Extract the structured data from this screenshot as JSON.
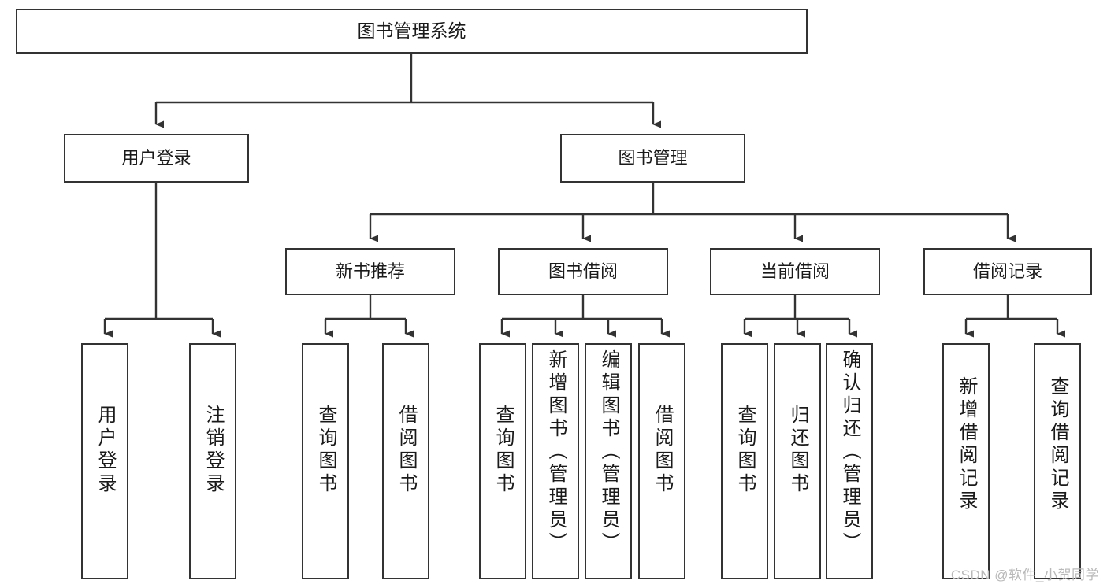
{
  "diagram": {
    "type": "tree-hierarchy",
    "title": "图书管理系统",
    "orientation": "top-down",
    "colors": {
      "box_border": "#333333",
      "box_fill": "#ffffff",
      "connector": "#333333",
      "text": "#1a1a1a",
      "watermark": "#b9b9b9"
    },
    "watermark": "CSDN @软件_小贺同学",
    "nodes": {
      "root": {
        "label": "图书管理系统",
        "level": 1,
        "orientation": "horizontal"
      },
      "l2": [
        {
          "id": "user-login",
          "label": "用户登录",
          "level": 2,
          "orientation": "horizontal"
        },
        {
          "id": "book-management",
          "label": "图书管理",
          "level": 2,
          "orientation": "horizontal"
        }
      ],
      "l3": [
        {
          "id": "new-book-recommend",
          "label": "新书推荐",
          "level": 3,
          "orientation": "horizontal",
          "parent": "book-management"
        },
        {
          "id": "book-borrow",
          "label": "图书借阅",
          "level": 3,
          "orientation": "horizontal",
          "parent": "book-management"
        },
        {
          "id": "current-borrow",
          "label": "当前借阅",
          "level": 3,
          "orientation": "horizontal",
          "parent": "book-management"
        },
        {
          "id": "borrow-record",
          "label": "借阅记录",
          "level": 3,
          "orientation": "horizontal",
          "parent": "book-management"
        }
      ],
      "leaves": [
        {
          "id": "leaf-user-login",
          "label": "用户登录",
          "parent": "user-login",
          "orientation": "vertical"
        },
        {
          "id": "leaf-user-logout",
          "label": "注销登录",
          "parent": "user-login",
          "orientation": "vertical"
        },
        {
          "id": "leaf-query-book-1",
          "label": "查询图书",
          "parent": "new-book-recommend",
          "orientation": "vertical"
        },
        {
          "id": "leaf-borrow-book-1",
          "label": "借阅图书",
          "parent": "new-book-recommend",
          "orientation": "vertical"
        },
        {
          "id": "leaf-query-book-2",
          "label": "查询图书",
          "parent": "book-borrow",
          "orientation": "vertical"
        },
        {
          "id": "leaf-add-book",
          "label": "新增图书（管理员）",
          "parent": "book-borrow",
          "orientation": "vertical"
        },
        {
          "id": "leaf-edit-book",
          "label": "编辑图书（管理员）",
          "parent": "book-borrow",
          "orientation": "vertical"
        },
        {
          "id": "leaf-borrow-book-2",
          "label": "借阅图书",
          "parent": "book-borrow",
          "orientation": "vertical"
        },
        {
          "id": "leaf-query-book-3",
          "label": "查询图书",
          "parent": "current-borrow",
          "orientation": "vertical"
        },
        {
          "id": "leaf-return-book",
          "label": "归还图书",
          "parent": "current-borrow",
          "orientation": "vertical"
        },
        {
          "id": "leaf-confirm-return",
          "label": "确认归还（管理员）",
          "parent": "current-borrow",
          "orientation": "vertical"
        },
        {
          "id": "leaf-add-record",
          "label": "新增借阅记录",
          "parent": "borrow-record",
          "orientation": "vertical"
        },
        {
          "id": "leaf-query-record",
          "label": "查询借阅记录",
          "parent": "borrow-record",
          "orientation": "vertical"
        }
      ]
    }
  }
}
